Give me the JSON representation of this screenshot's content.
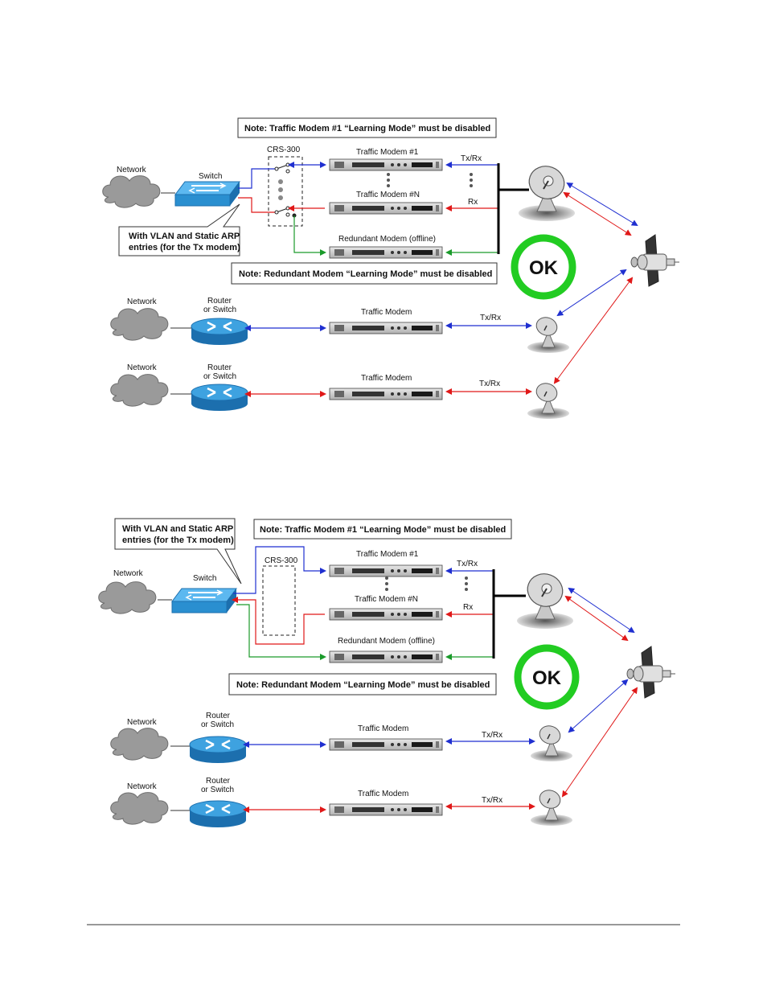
{
  "diagrams": [
    {
      "note_top": "Note: Traffic Modem #1 “Learning Mode” must be disabled",
      "note_bottom": "Note: Redundant Modem “Learning Mode” must be disabled",
      "callout_line1": "With VLAN and Static ARP",
      "callout_line2": "entries (for the Tx modem)",
      "switch_label": "Switch",
      "network_label": "Network",
      "crs_label": "CRS-300",
      "modem1_label": "Traffic Modem #1",
      "modemN_label": "Traffic Modem #N",
      "redundant_label": "Redundant Modem (offline)",
      "txrx_label": "Tx/Rx",
      "rx_label": "Rx",
      "ok_label": "OK",
      "router_label_1": "Router",
      "router_label_2": "or Switch",
      "traffic_modem_label": "Traffic Modem"
    },
    {
      "note_top": "Note: Traffic Modem #1 “Learning Mode” must be disabled",
      "note_bottom": "Note: Redundant Modem “Learning Mode” must be disabled",
      "callout_line1": "With VLAN and Static ARP",
      "callout_line2": "entries (for the Tx modem)",
      "switch_label": "Switch",
      "network_label": "Network",
      "crs_label": "CRS-300",
      "modem1_label": "Traffic Modem #1",
      "modemN_label": "Traffic Modem #N",
      "redundant_label": "Redundant Modem (offline)",
      "txrx_label": "Tx/Rx",
      "rx_label": "Rx",
      "ok_label": "OK",
      "router_label_1": "Router",
      "router_label_2": "or Switch",
      "traffic_modem_label": "Traffic Modem"
    }
  ],
  "colors": {
    "blue": "#1f2fd0",
    "red": "#e01818",
    "green": "#1a9a2a",
    "ok_ring": "#22cc22",
    "cloud": "#9a9a9a",
    "switch": "#2a8fd0"
  }
}
